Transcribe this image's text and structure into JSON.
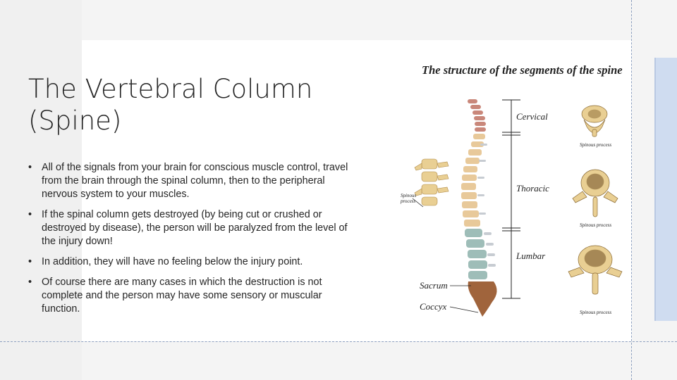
{
  "slide": {
    "title_line1": "The Vertebral Column",
    "title_line2": "(Spine)",
    "bullets": [
      "All of the signals from your brain for conscious muscle control, travel from the brain through the spinal column, then to the peripheral nervous system to your muscles.",
      " If the spinal column gets destroyed (by being cut or crushed or destroyed by disease), the person will be paralyzed from the level of the injury down!",
      "In addition, they will have no feeling below the injury point.",
      "Of course there are many cases in which the destruction is not complete and the person may have some sensory or muscular function."
    ],
    "bullet_glyph": "•"
  },
  "figure": {
    "title": "The structure of the segments of the spine",
    "labels": {
      "cervical": "Cervical",
      "thoracic": "Thoracic",
      "lumbar": "Lumbar",
      "sacrum": "Sacrum",
      "coccyx": "Coccyx",
      "spinous_left": "Spinous process",
      "spinous_1": "Spinous process",
      "spinous_2": "Spinous process",
      "spinous_3": "Spinous process"
    },
    "colors": {
      "cervical": "#c9877a",
      "thoracic": "#e8c99a",
      "lumbar": "#9ebdb8",
      "sacrum": "#a0643c",
      "vertebra": "#e9cf93"
    }
  }
}
